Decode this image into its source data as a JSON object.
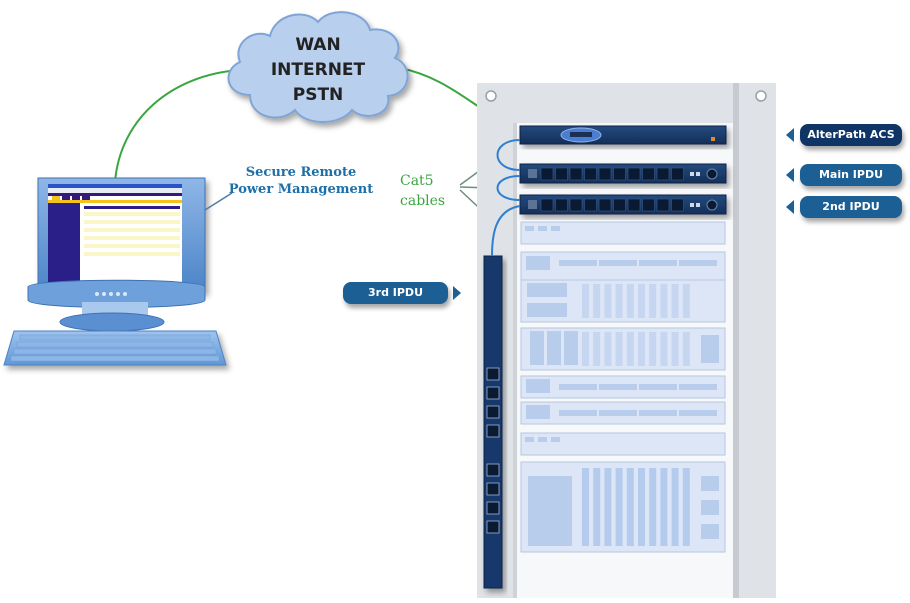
{
  "cloud": {
    "lines": [
      "WAN",
      "INTERNET",
      "PSTN"
    ]
  },
  "captions": {
    "secure_remote_line1": "Secure Remote",
    "secure_remote_line2": "Power Management",
    "cat5_line1": "Cat5",
    "cat5_line2": "cables"
  },
  "labels": {
    "alterpath_acs": "AlterPath  ACS",
    "main_ipdu": "Main IPDU",
    "second_ipdu": "2nd IPDU",
    "third_ipdu": "3rd IPDU"
  },
  "colors": {
    "network_link": "#3aa640",
    "cat5_cable": "#2f7fd0",
    "caption_blue": "#1d6fa8",
    "label_dark": "#0e3566",
    "label_mid": "#1c5f95",
    "cloud_fill": "#b9cfee",
    "rack_frame": "#dfe2e6",
    "device_navy": "#1a3a6a"
  },
  "ipdu_outlets_per_unit": 10,
  "vertical_ipdu_outlets": 8
}
